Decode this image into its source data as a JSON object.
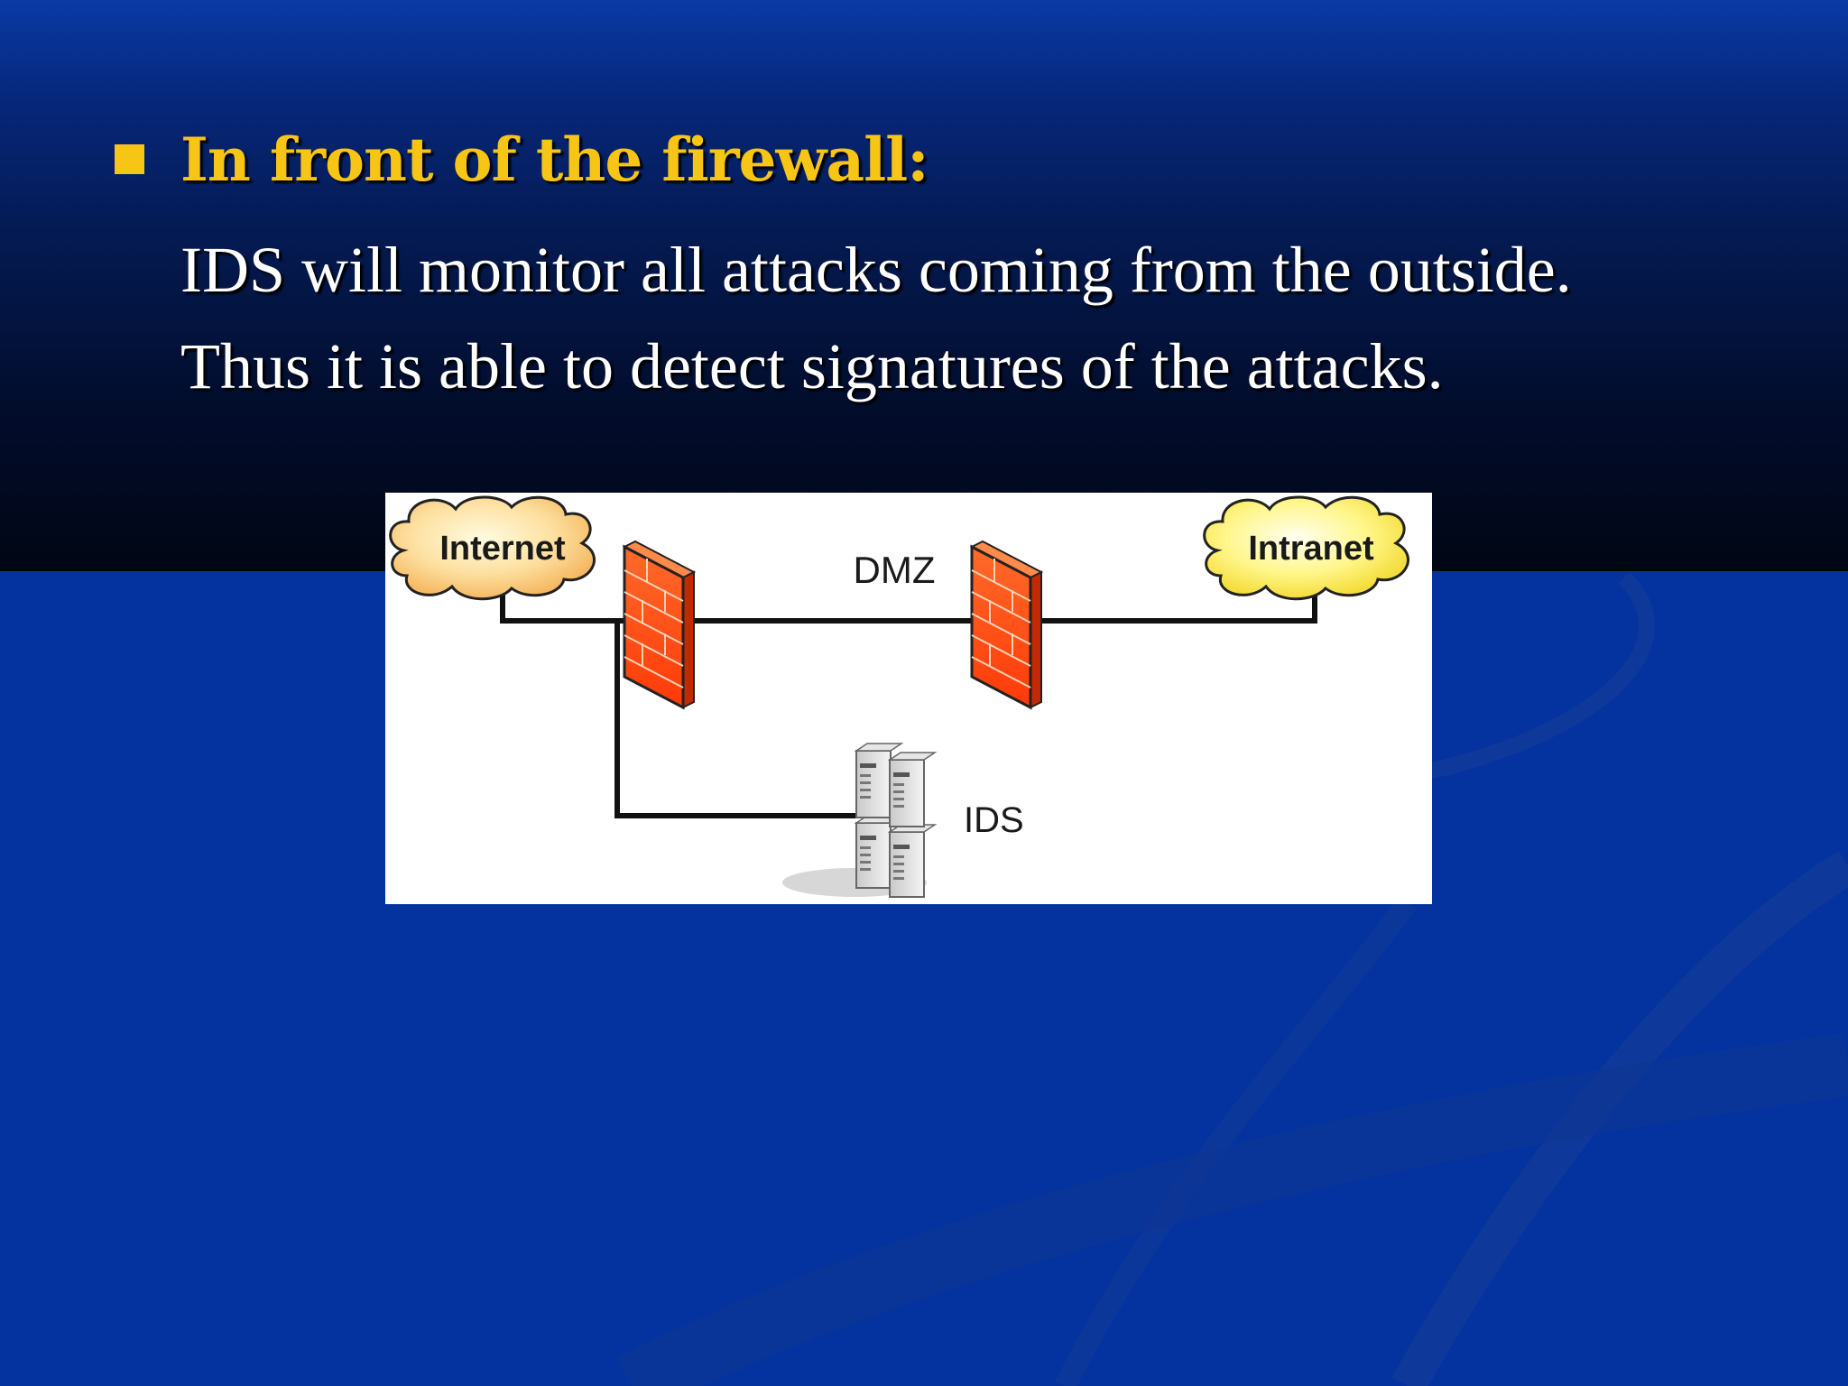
{
  "slide": {
    "heading": "In front of the firewall:",
    "body_lines": [
      "IDS will monitor all attacks coming from the outside.",
      "Thus it is able to detect signatures of the attacks."
    ]
  },
  "diagram": {
    "nodes": [
      {
        "label": "Internet",
        "kind": "cloud-icon"
      },
      {
        "label": "DMZ",
        "kind": "zone-label"
      },
      {
        "label": "Intranet",
        "kind": "cloud-icon"
      },
      {
        "label": "IDS",
        "kind": "server-icon"
      }
    ]
  },
  "colors": {
    "background": "#0433a0",
    "heading": "#f7c515",
    "body_text": "#ffffff",
    "firewall": "#ff4a12"
  }
}
